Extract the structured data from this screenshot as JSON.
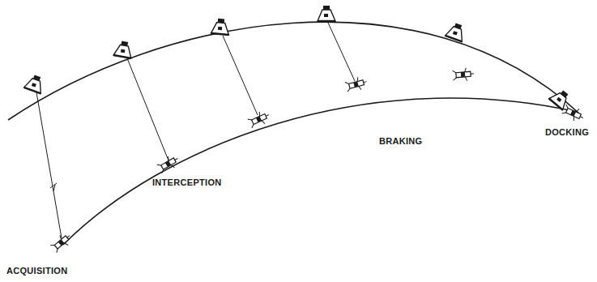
{
  "diagram": {
    "labels": [
      "ACQUISITION",
      "INTERCEPTION",
      "BRAKING",
      "DOCKING"
    ]
  }
}
